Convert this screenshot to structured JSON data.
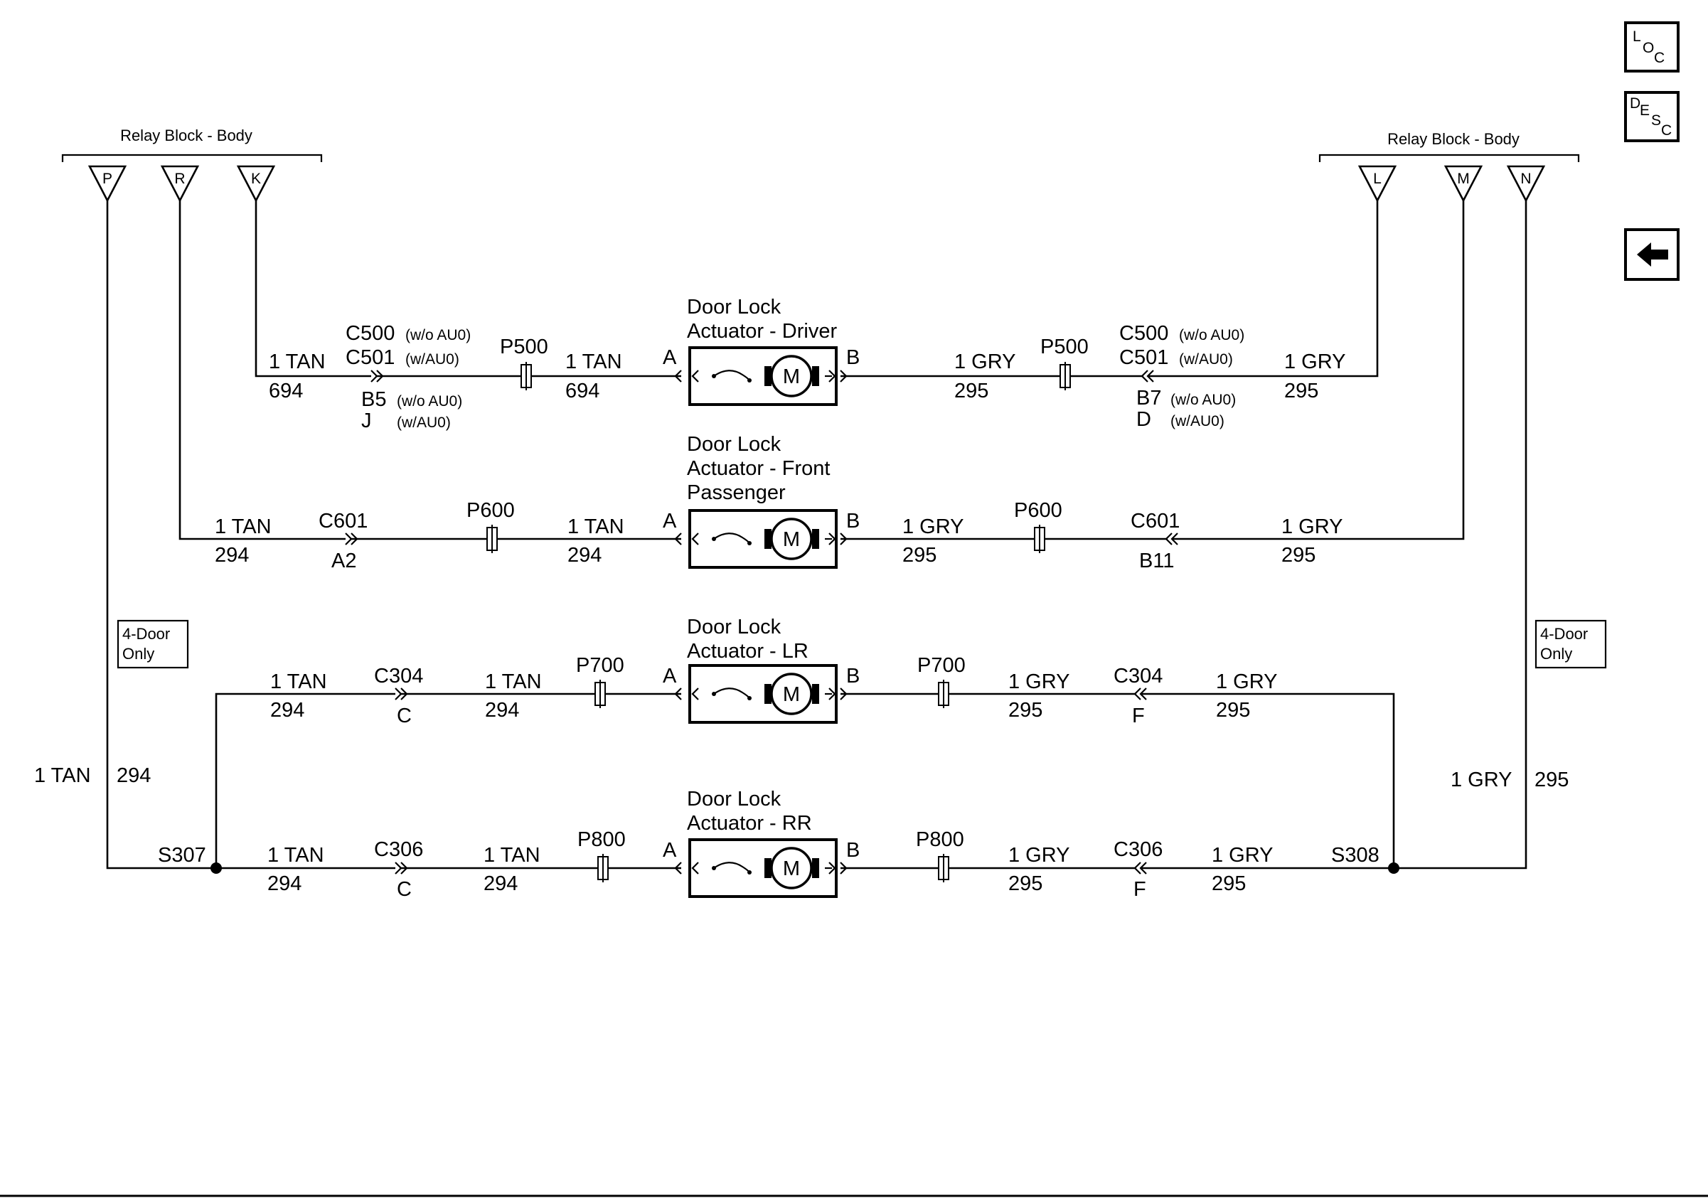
{
  "relay_blocks": {
    "left": {
      "title": "Relay Block - Body",
      "pins": [
        "P",
        "R",
        "K"
      ]
    },
    "right": {
      "title": "Relay Block - Body",
      "pins": [
        "L",
        "M",
        "N"
      ]
    }
  },
  "nav": {
    "loc": [
      "L",
      "O",
      "C"
    ],
    "desc": [
      "D",
      "E",
      "S",
      "C"
    ],
    "back_icon": "arrow-left-icon"
  },
  "notes": {
    "left": [
      "4-Door",
      "Only"
    ],
    "right": [
      "4-Door",
      "Only"
    ]
  },
  "trunks": {
    "left": {
      "color": "1 TAN",
      "circuit": "294",
      "splice": "S307"
    },
    "right": {
      "color": "1 GRY",
      "circuit": "295",
      "splice": "S308"
    }
  },
  "actuators": [
    {
      "title": [
        "Door Lock",
        "Actuator - Driver"
      ],
      "pin_a": "A",
      "pin_b": "B",
      "left_wire": {
        "color": "1 TAN",
        "circuit": "694"
      },
      "left_conn": {
        "lines": [
          {
            "name": "C500",
            "note": "(w/o AU0)"
          },
          {
            "name": "C501",
            "note": "(w/AU0)"
          }
        ],
        "pins": [
          {
            "pin": "B5",
            "note": "(w/o AU0)"
          },
          {
            "pin": "J",
            "note": "(w/AU0)"
          }
        ]
      },
      "left_inline": {
        "name": "P500",
        "color": "1 TAN",
        "circuit": "694"
      },
      "right_inline": {
        "name": "P500",
        "color": "1 GRY",
        "circuit": "295"
      },
      "right_conn": {
        "lines": [
          {
            "name": "C500",
            "note": "(w/o AU0)"
          },
          {
            "name": "C501",
            "note": "(w/AU0)"
          }
        ],
        "pins": [
          {
            "pin": "B7",
            "note": "(w/o AU0)"
          },
          {
            "pin": "D",
            "note": "(w/AU0)"
          }
        ]
      },
      "right_wire": {
        "color": "1 GRY",
        "circuit": "295"
      }
    },
    {
      "title": [
        "Door Lock",
        "Actuator - Front",
        "Passenger"
      ],
      "pin_a": "A",
      "pin_b": "B",
      "left_wire": {
        "color": "1 TAN",
        "circuit": "294"
      },
      "left_conn": {
        "name": "C601",
        "pin": "A2"
      },
      "left_inline": {
        "name": "P600",
        "color": "1 TAN",
        "circuit": "294"
      },
      "right_inline": {
        "name": "P600",
        "color": "1 GRY",
        "circuit": "295"
      },
      "right_conn": {
        "name": "C601",
        "pin": "B11"
      },
      "right_wire": {
        "color": "1 GRY",
        "circuit": "295"
      }
    },
    {
      "title": [
        "Door Lock",
        "Actuator - LR"
      ],
      "pin_a": "A",
      "pin_b": "B",
      "left_wire": {
        "color": "1 TAN",
        "circuit": "294"
      },
      "left_conn": {
        "name": "C304",
        "pin": "C"
      },
      "left_inline": {
        "name": "P700",
        "color": "1 TAN",
        "circuit": "294"
      },
      "right_inline": {
        "name": "P700",
        "color": "1 GRY",
        "circuit": "295"
      },
      "right_conn": {
        "name": "C304",
        "pin": "F"
      },
      "right_wire": {
        "color": "1 GRY",
        "circuit": "295"
      }
    },
    {
      "title": [
        "Door Lock",
        "Actuator - RR"
      ],
      "pin_a": "A",
      "pin_b": "B",
      "left_wire": {
        "color": "1 TAN",
        "circuit": "294"
      },
      "left_conn": {
        "name": "C306",
        "pin": "C"
      },
      "left_inline": {
        "name": "P800",
        "color": "1 TAN",
        "circuit": "294"
      },
      "right_inline": {
        "name": "P800",
        "color": "1 GRY",
        "circuit": "295"
      },
      "right_conn": {
        "name": "C306",
        "pin": "F"
      },
      "right_wire": {
        "color": "1 GRY",
        "circuit": "295"
      }
    }
  ],
  "motor_label": "M"
}
